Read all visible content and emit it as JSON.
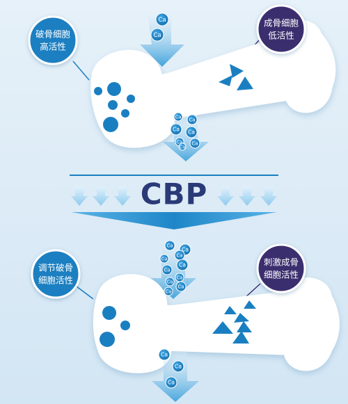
{
  "top": {
    "osteoclast_label": [
      "破骨细胞",
      "高活性"
    ],
    "osteoblast_label": [
      "成骨细胞",
      "低活性"
    ],
    "ca_in": [
      "Ca",
      "Ca"
    ],
    "ca_out": [
      "Ca",
      "Ca",
      "Ca",
      "Ca",
      "Ca",
      "Ca",
      "Ca"
    ]
  },
  "middle": {
    "title": "CBP"
  },
  "bottom": {
    "osteoclast_label": [
      "调节破骨",
      "细胞活性"
    ],
    "osteoblast_label": [
      "刺激成骨",
      "细胞活性"
    ],
    "ca_in": [
      "Ca",
      "Ca",
      "Ca",
      "Ca",
      "Ca",
      "Ca",
      "Ca",
      "Ca",
      "Ca",
      "Ca"
    ],
    "ca_out": [
      "Ca",
      "Ca",
      "Ca"
    ]
  },
  "colors": {
    "background": "#dbeaf6",
    "primary_blue": "#1a7fc1",
    "dark_purple": "#3a2d6e",
    "bone": "#ffffff",
    "cbp_text": "#2a3a78",
    "arrow_light": "#bfe0f4",
    "arrow_mid": "#7dc2ea"
  }
}
